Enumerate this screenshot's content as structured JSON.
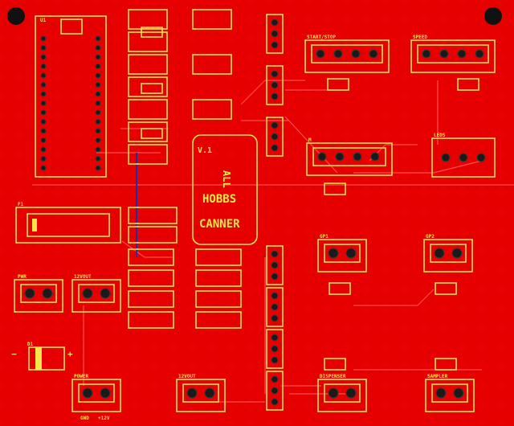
{
  "board": {
    "version": "V.1",
    "brand_words": [
      "ALL",
      "HOBBS",
      "CANNER"
    ],
    "labels": {
      "u1": "U1",
      "f1": "F1",
      "pwr": "PWR",
      "vout": "12VOUT",
      "d1": "D1",
      "minus": "−",
      "plus": "+",
      "start_stop": "START/STOP",
      "speed": "SPEED",
      "m": "M",
      "leds": "LEDS",
      "power_bottom": "POWER",
      "gnd": "GND",
      "plus12": "+12V",
      "p12vout": "12VOUT",
      "dispenser": "DISPENSER",
      "sampler": "SAMPLER",
      "g1": "GP1",
      "g2": "GP2"
    }
  },
  "colors": {
    "board": "#e60000",
    "silkscreen": "#f6e64a",
    "pad": "#1a1a1a",
    "trace": "#ff4d4d"
  }
}
